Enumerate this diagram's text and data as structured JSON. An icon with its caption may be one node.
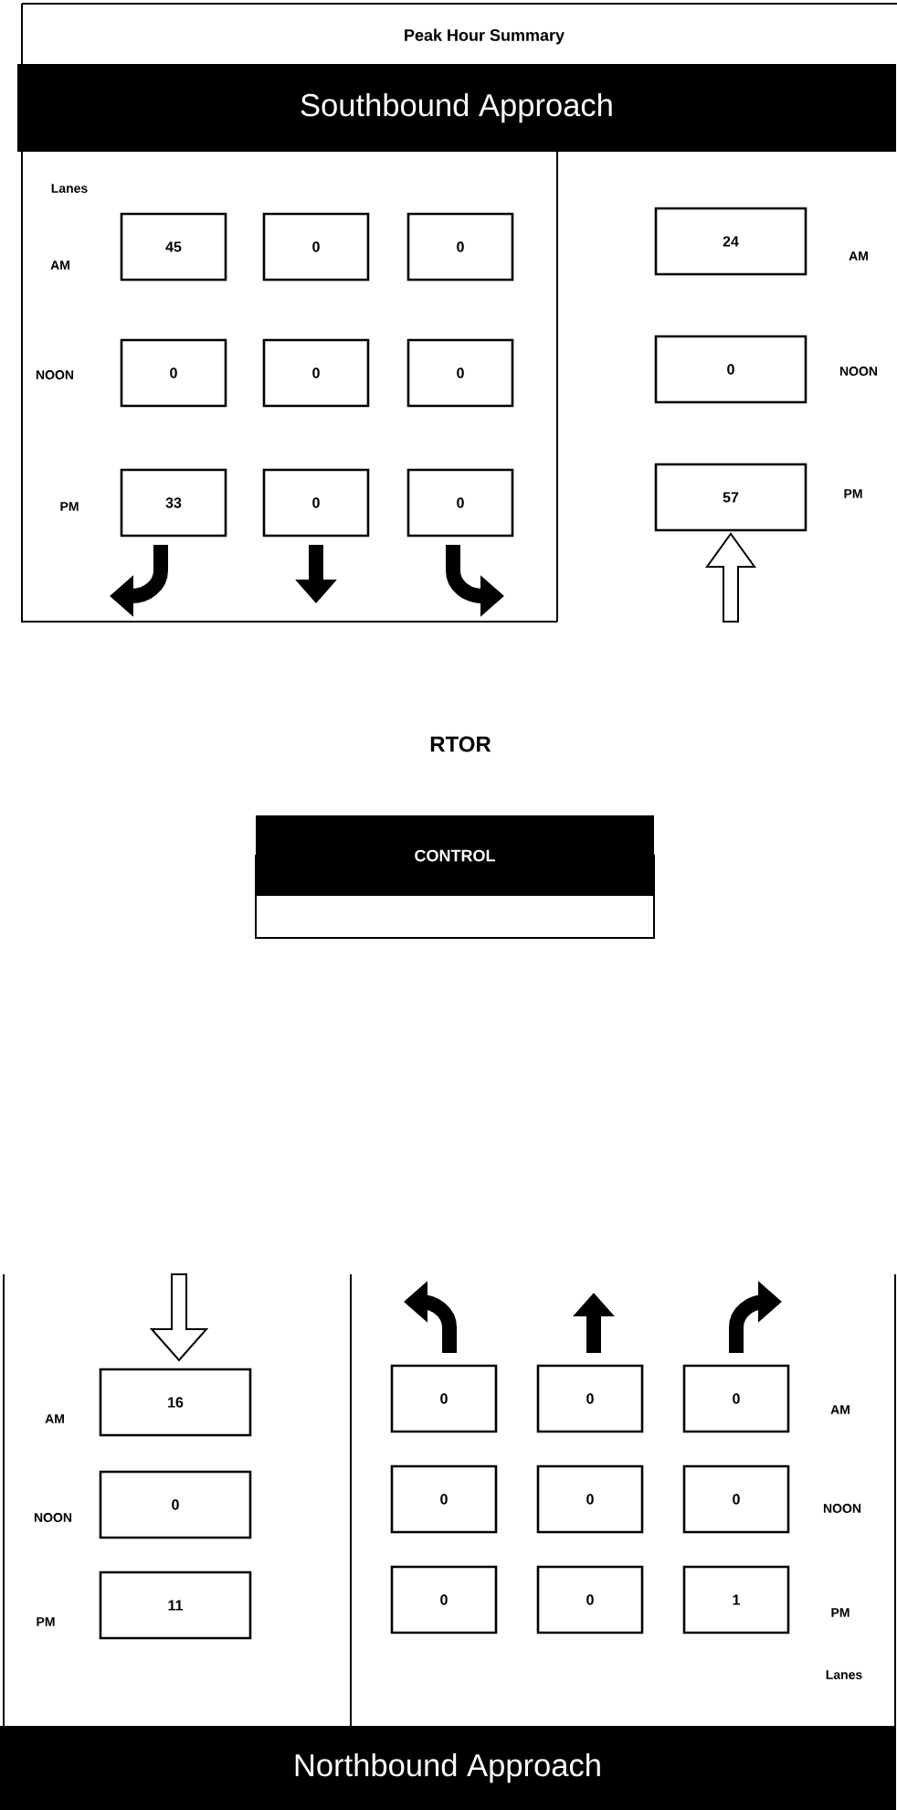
{
  "diagram": {
    "title": "Peak Hour Summary",
    "nodes": [
      {
        "text": [
          "Southbound Approach"
        ]
      },
      {
        "text": [
          "45"
        ]
      },
      {
        "text": [
          "0"
        ]
      },
      {
        "text": [
          "0"
        ]
      },
      {
        "text": [
          "0"
        ]
      },
      {
        "text": [
          "0"
        ]
      },
      {
        "text": [
          "0"
        ]
      },
      {
        "text": [
          "33"
        ]
      },
      {
        "text": [
          "0"
        ]
      },
      {
        "text": [
          "0"
        ]
      },
      {
        "text": [
          "24"
        ]
      },
      {
        "text": [
          "0"
        ]
      },
      {
        "text": [
          "57"
        ]
      },
      {
        "text": [
          "CONTROL"
        ]
      },
      {
        "text": [
          "16"
        ]
      },
      {
        "text": [
          "0"
        ]
      },
      {
        "text": [
          "11"
        ]
      },
      {
        "text": [
          "0"
        ]
      },
      {
        "text": [
          "0"
        ]
      },
      {
        "text": [
          "0"
        ]
      },
      {
        "text": [
          "0"
        ]
      },
      {
        "text": [
          "0"
        ]
      },
      {
        "text": [
          "0"
        ]
      },
      {
        "text": [
          "0"
        ]
      },
      {
        "text": [
          "0"
        ]
      },
      {
        "text": [
          "1"
        ]
      },
      {
        "text": [
          "Northbound Approach"
        ]
      }
    ],
    "labels": [
      "Lanes",
      "AM",
      "NOON",
      "PM",
      "AM",
      "NOON",
      "PM",
      "RTOR",
      "AM",
      "NOON",
      "PM",
      "AM",
      "NOON",
      "PM",
      "Lanes"
    ]
  }
}
